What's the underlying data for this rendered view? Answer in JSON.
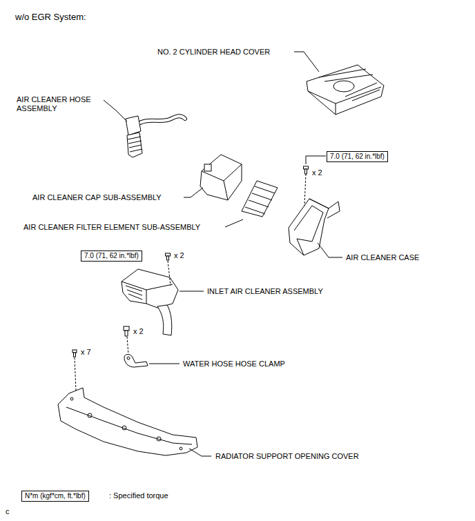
{
  "diagram": {
    "title": "w/o EGR System:",
    "nodes": [
      {
        "text": [
          "7.0 (71, 62 in.*lbf)"
        ]
      },
      {
        "text": [
          "7.0 (71, 62 in.*lbf)"
        ]
      },
      {
        "text": [
          "N*m (kgf*cm, ft.*lbf)"
        ]
      }
    ],
    "edges": [],
    "labels": [
      "NO. 2 CYLINDER HEAD COVER",
      "AIR CLEANER HOSE ASSEMBLY",
      "x 2",
      "AIR CLEANER CAP SUB-ASSEMBLY",
      "AIR CLEANER FILTER ELEMENT SUB-ASSEMBLY",
      "AIR CLEANER CASE",
      "x 2",
      "INLET AIR CLEANER ASSEMBLY",
      "x 2",
      "WATER HOSE HOSE CLAMP",
      "x 7",
      "RADIATOR SUPPORT OPENING COVER",
      ": Specified torque",
      "c"
    ]
  }
}
